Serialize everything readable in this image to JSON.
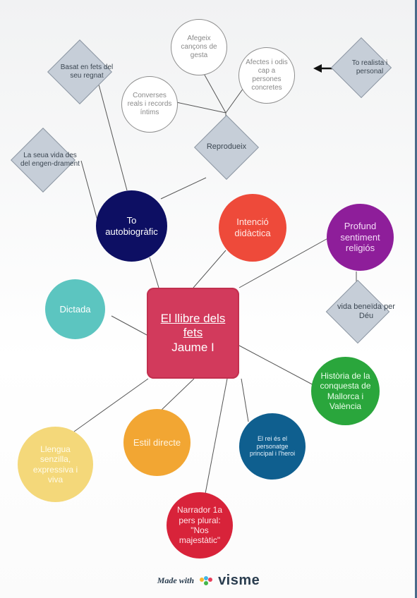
{
  "center": {
    "line1": "El llibre dels",
    "line2": "fets",
    "line3": "Jaume I"
  },
  "nodes": {
    "to_autobiografic": "To autobiogràfic",
    "intencio_didactica": "Intenció didàctica",
    "profund_sentiment": "Profund sentiment religiós",
    "dictada": "Dictada",
    "historia_conquesta": "Història de la conquesta de Mallorca i València",
    "rei_heroi": "El rei és el personatge principal i l'heroi",
    "narrador": "Narrador 1a pers plural: \"Nos majestàtic\"",
    "estil_directe": "Estil directe",
    "llengua": "Llengua senzilla, expressiva i viva"
  },
  "bubbles": {
    "afegeix": "Afegeix cançons de gesta",
    "afectes": "Afectes i odis cap a persones concretes",
    "converses": "Converses reals i records íntims"
  },
  "diamonds": {
    "basat": "Basat en fets del seu regnat",
    "seua_vida": "La seua vida des del engen-drament",
    "reprodueix": "Reprodueix",
    "realista": "To realista i personal",
    "vida_beneida": "vida beneïda per Déu"
  },
  "footer": {
    "made_with": "Made with",
    "brand": "visme"
  },
  "colors": {
    "center": "#d23a5c",
    "to_autobiografic": "#0d0f63",
    "intencio": "#ee4a3a",
    "profund": "#8e1e9a",
    "dictada": "#5cc5c0",
    "historia": "#2aa63c",
    "rei": "#0f5f8f",
    "narrador": "#d8233a",
    "estil": "#f2a633",
    "llengua": "#f4d87a",
    "diamond": "#c6ced8"
  },
  "icons": [
    "arrow-left-icon",
    "visme-logo-icon"
  ]
}
